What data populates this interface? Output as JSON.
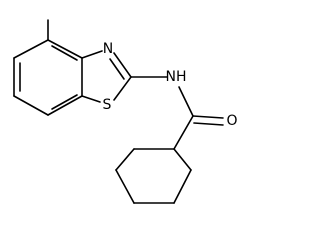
{
  "molecule": {
    "atoms": {
      "n_thiazole": "N",
      "s_thiazole": "S",
      "n_amide": "NH",
      "o_carbonyl": "O"
    }
  }
}
